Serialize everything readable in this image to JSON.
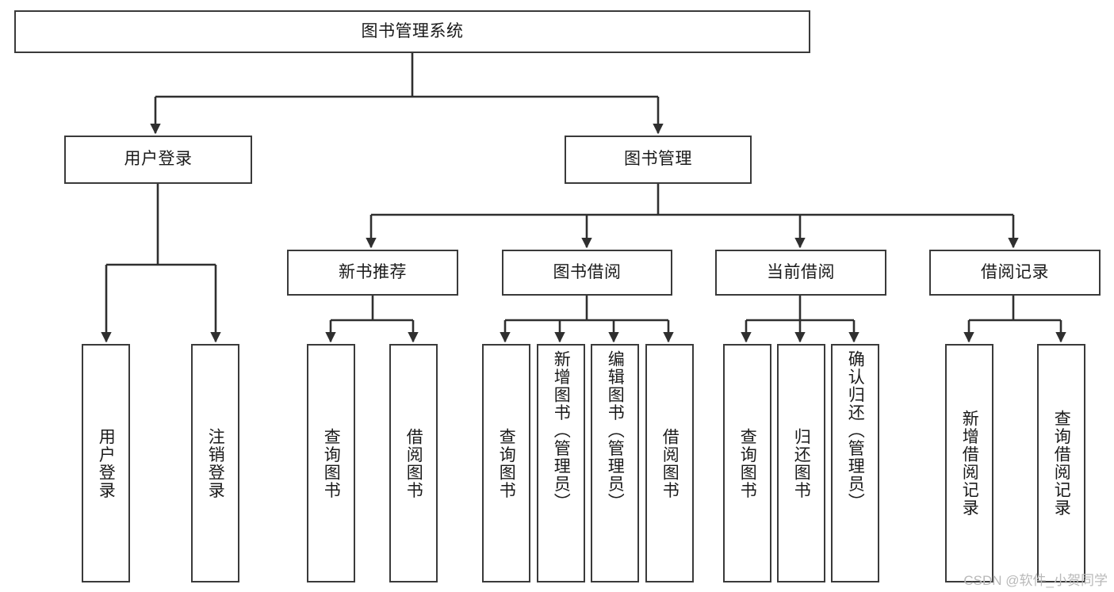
{
  "diagram": {
    "title": "图书管理系统",
    "type": "tree",
    "watermark": "CSDN @软件_小贺同学",
    "colors": {
      "box_border": "#3a3a3a",
      "box_fill": "#ffffff",
      "edge": "#2f2f2f",
      "text": "#1a1a1a",
      "watermark": "#b9b9b9",
      "background": "#ffffff"
    },
    "levels": {
      "root": [
        "图书管理系统"
      ],
      "level2": [
        "用户登录",
        "图书管理"
      ],
      "level3": [
        "新书推荐",
        "图书借阅",
        "当前借阅",
        "借阅记录"
      ],
      "leaves": [
        "用户登录",
        "注销登录",
        "查询图书",
        "借阅图书",
        "查询图书",
        "新增图书（管理员）",
        "编辑图书（管理员）",
        "借阅图书",
        "查询图书",
        "归还图书",
        "确认归还（管理员）",
        "新增借阅记录",
        "查询借阅记录"
      ]
    },
    "nodes": {
      "root": {
        "label": "图书管理系统"
      },
      "user_login": {
        "label": "用户登录"
      },
      "book_manage": {
        "label": "图书管理"
      },
      "new_book_rec": {
        "label": "新书推荐"
      },
      "book_borrow": {
        "label": "图书借阅"
      },
      "current_borrow": {
        "label": "当前借阅"
      },
      "borrow_record": {
        "label": "借阅记录"
      },
      "leaf_user_login": {
        "label": "用户登录"
      },
      "leaf_logout": {
        "label": "注销登录"
      },
      "leaf_query_book_1": {
        "label": "查询图书"
      },
      "leaf_borrow_book_1": {
        "label": "借阅图书"
      },
      "leaf_query_book_2": {
        "label": "查询图书"
      },
      "leaf_add_book": {
        "label": "新增图书（管理员）"
      },
      "leaf_edit_book": {
        "label": "编辑图书（管理员）"
      },
      "leaf_borrow_book_2": {
        "label": "借阅图书"
      },
      "leaf_query_book_3": {
        "label": "查询图书"
      },
      "leaf_return_book": {
        "label": "归还图书"
      },
      "leaf_confirm_return": {
        "label": "确认归还（管理员）"
      },
      "leaf_add_record": {
        "label": "新增借阅记录"
      },
      "leaf_query_record": {
        "label": "查询借阅记录"
      }
    }
  }
}
